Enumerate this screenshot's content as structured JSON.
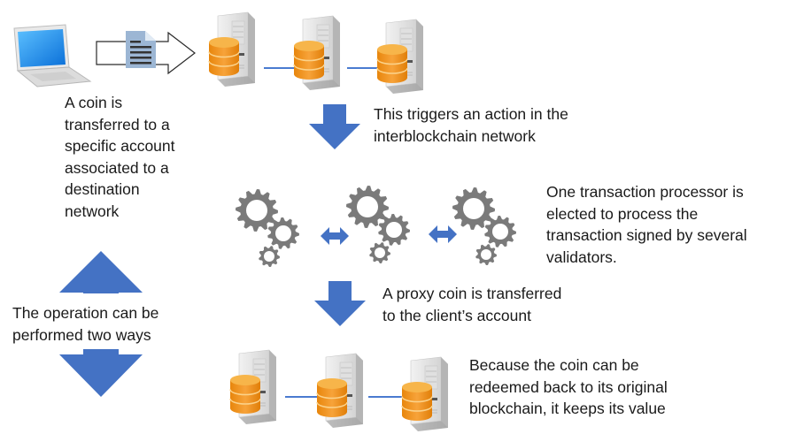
{
  "colors": {
    "arrow_blue": "#4472c4",
    "gear_gray": "#7a7a7a",
    "db_orange": "#f39a1e",
    "db_top": "#f5b44a",
    "link_blue": "#4a7bd0",
    "doc_blue": "#9ab4d2",
    "screen_blue": "#1c8ef0"
  },
  "steps": {
    "source": {
      "label": "A coin is\ntransferred to a\nspecific account\nassociated to a\ndestination\nnetwork",
      "icons": [
        "laptop-icon",
        "document-icon",
        "transfer-arrow-icon"
      ]
    },
    "trigger": {
      "label": "This triggers an action in the\ninterblockchain network"
    },
    "processing": {
      "label": "One transaction processor is\nelected to process the\ntransaction signed by several\nvalidators."
    },
    "proxy": {
      "label": "A proxy coin is transferred\nto the client’s account"
    },
    "destination": {
      "label": "Because the coin can be\nredeemed back to its original\nblockchain, it keeps its value"
    },
    "bidirectional": {
      "label": "The operation can be\nperformed two ways"
    }
  },
  "networks": {
    "source_chain_nodes": 3,
    "validator_groups": 3,
    "destination_chain_nodes": 3
  }
}
